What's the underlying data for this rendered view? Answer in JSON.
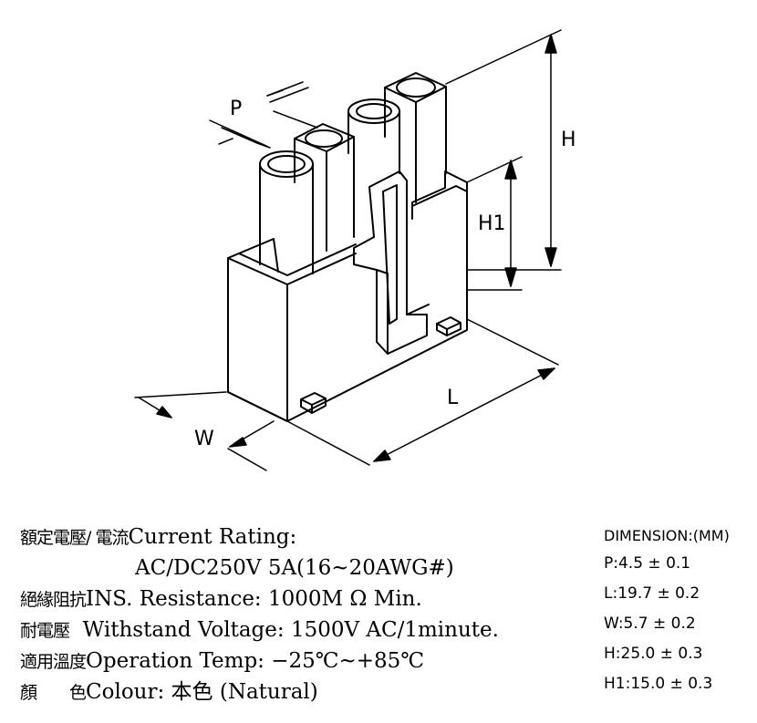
{
  "drawing": {
    "labels": {
      "P": "P",
      "H": "H",
      "H1": "H1",
      "L": "L",
      "W": "W"
    }
  },
  "specs": {
    "current": {
      "cn": "額定電壓/ 電流",
      "en": "Current  Rating:"
    },
    "current_value": "AC/DC250V  5A(16~20AWG#)",
    "ins": {
      "cn": "絕緣阻抗",
      "en": "INS. Resistance: 1000M Ω Min."
    },
    "withstand": {
      "cn": "耐電壓",
      "en": "Withstand  Voltage: 1500V  AC/1minute."
    },
    "temp": {
      "cn": "適用溫度",
      "en": "Operation  Temp: −25℃~+85℃"
    },
    "colour": {
      "cn": "顏　　色",
      "en": "Colour: 本色 (Natural)"
    }
  },
  "dimensions": {
    "header": "DIMENSION:(MM)",
    "items": [
      "P:4.5 ± 0.1",
      "L:19.7 ± 0.2",
      "W:5.7 ± 0.2",
      "H:25.0 ± 0.3",
      "H1:15.0 ± 0.3"
    ]
  }
}
